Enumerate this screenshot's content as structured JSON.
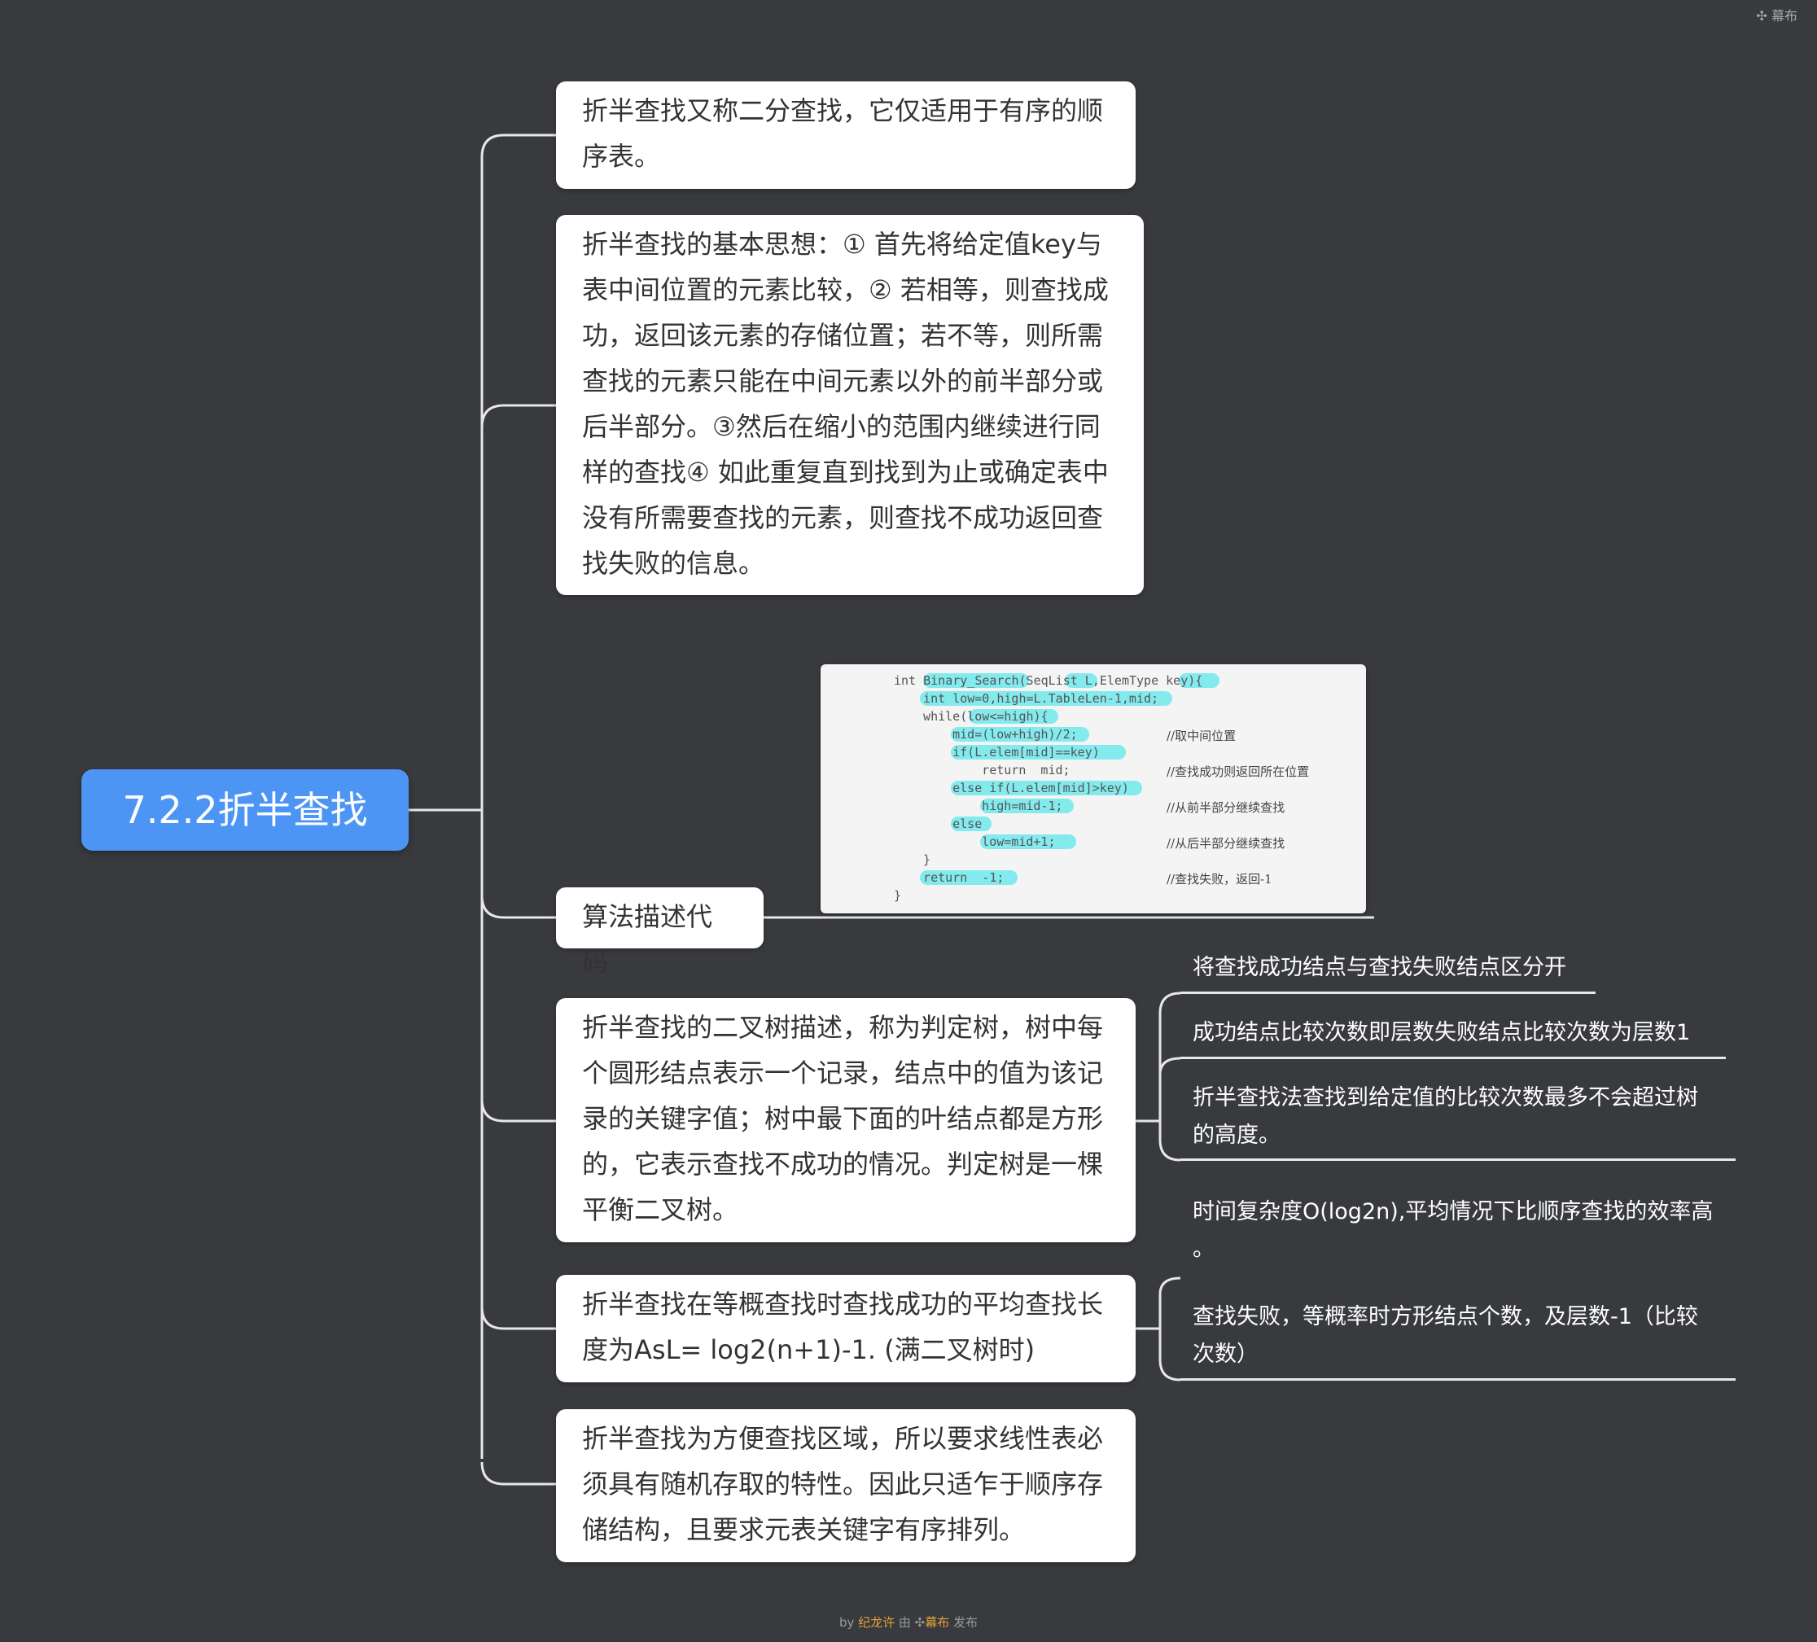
{
  "brand": {
    "icon": "mubu-logo-icon",
    "label": "幕布"
  },
  "root": {
    "label": "7.2.2折半查找"
  },
  "nodes": [
    {
      "lines": [
        "折半查找又称二分查找，它仅适用于有序的顺",
        "序表。"
      ]
    },
    {
      "lines": [
        "折半查找的基本思想：① 首先将给定值key与",
        "表中间位置的元素比较，② 若相等，则查找成",
        "功，返回该元素的存储位置；若不等，则所需",
        "查找的元素只能在中间元素以外的前半部分或",
        "后半部分。③然后在缩小的范围内继续进行同",
        "样的查找④ 如此重复直到找到为止或确定表中",
        "没有所需要查找的元素，则查找不成功返回查",
        "找失败的信息。"
      ]
    },
    {
      "lines": [
        "算法描述代码"
      ]
    },
    {
      "lines": [
        "折半查找的二叉树描述，称为判定树，树中每",
        "个圆形结点表示一个记录，结点中的值为该记",
        "录的关键字值；树中最下面的叶结点都是方形",
        "的，它表示查找不成功的情况。判定树是一棵",
        "平衡二叉树。"
      ]
    },
    {
      "lines": [
        "折半查找在等概查找时查找成功的平均查找长",
        "度为AsL= log2(n+1)-1.  (满二叉树时)"
      ]
    },
    {
      "lines": [
        "折半查找为方便查找区域，所以要求线性表必",
        "须具有随机存取的特性。因此只适乍于顺序存",
        "储结构，且要求元表关键字有序排列。"
      ]
    }
  ],
  "leaves": [
    {
      "lines": [
        "将查找成功结点与查找失败结点区分开"
      ]
    },
    {
      "lines": [
        "成功结点比较次数即层数失败结点比较次数为层数1"
      ]
    },
    {
      "lines": [
        "折半查找法查找到给定值的比较次数最多不会超过树",
        "的高度。"
      ]
    },
    {
      "lines": [
        "时间复杂度O(log2n),平均情况下比顺序查找的效率高",
        "。"
      ]
    },
    {
      "lines": [
        "查找失败，等概率时方形结点个数，及层数-1（比较",
        "次数）"
      ]
    }
  ],
  "code": {
    "lines": [
      "int Binary_Search(SeqList L,ElemType key){",
      "  int low=0,high=L.TableLen-1,mid;",
      "  while(low<=high){",
      "    mid=(low+high)/2;",
      "    if(L.elem[mid]==key)",
      "      return  mid;",
      "    else if(L.elem[mid]>key)",
      "      high=mid-1;",
      "    else",
      "      low=mid+1;",
      "  }",
      "  return  -1;",
      "}"
    ],
    "comments": [
      "//取中间位置",
      "//查找成功则返回所在位置",
      "//从前半部分继续查找",
      "//从后半部分继续查找",
      "//查找失败，返回-1"
    ]
  },
  "footer": {
    "prefix": "by ",
    "author": "纪龙许",
    "mid": " 由 ",
    "brand": "幕布",
    "suffix": " 发布"
  }
}
